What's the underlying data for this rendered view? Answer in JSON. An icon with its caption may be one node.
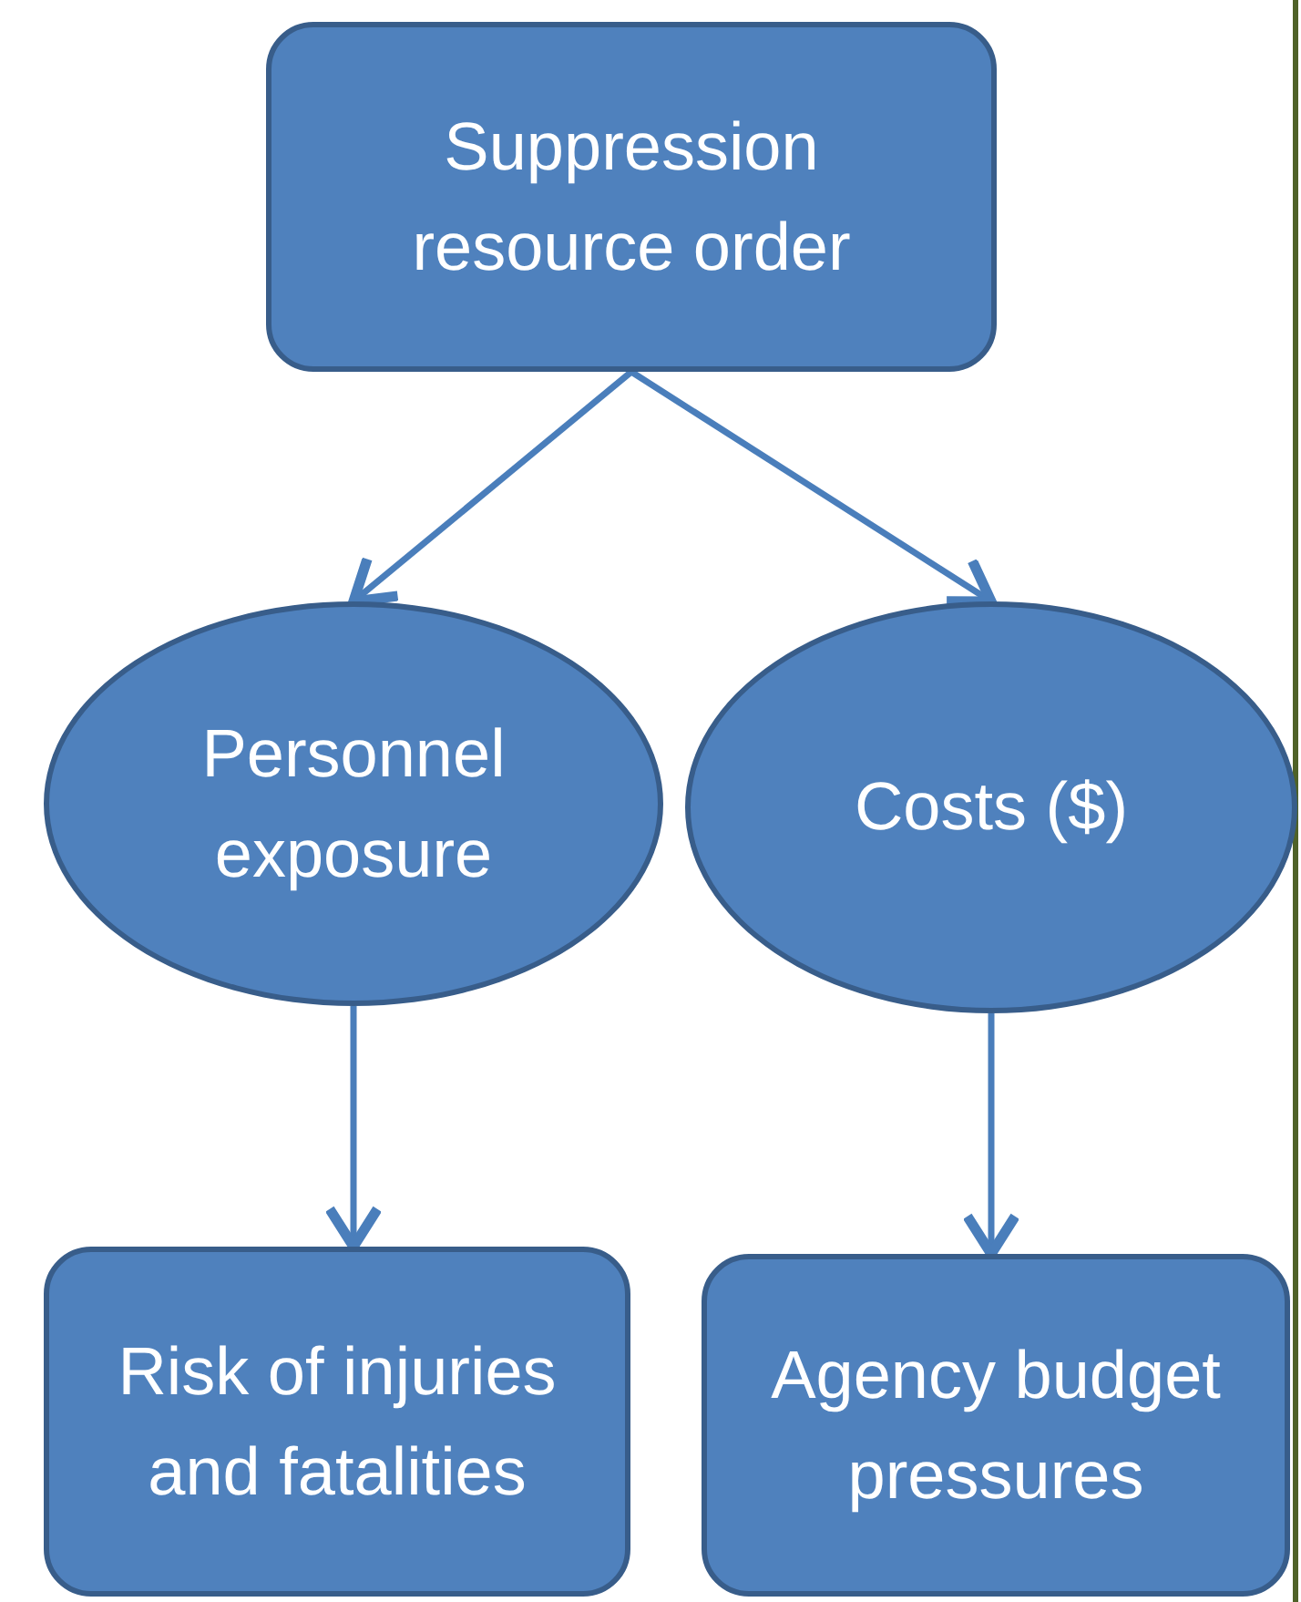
{
  "diagram": {
    "nodes": [
      {
        "text": [
          "Suppression resource order"
        ]
      },
      {
        "text": [
          "Personnel exposure"
        ]
      },
      {
        "text": [
          "Costs ($)"
        ]
      },
      {
        "text": [
          "Risk of injuries and fatalities"
        ]
      },
      {
        "text": [
          "Agency budget pressures"
        ]
      }
    ],
    "edges": [
      {
        "from": 0,
        "to": 1,
        "arrow": "to"
      },
      {
        "from": 0,
        "to": 2,
        "arrow": "to"
      },
      {
        "from": 1,
        "to": 3,
        "arrow": "to"
      },
      {
        "from": 2,
        "to": 4,
        "arrow": "to"
      }
    ]
  }
}
